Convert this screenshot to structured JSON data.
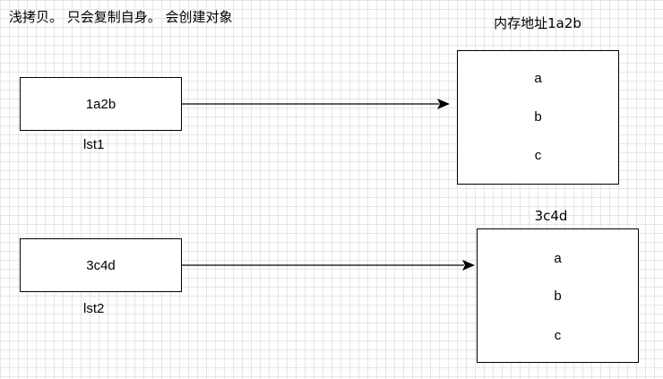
{
  "title": "浅拷贝。 只会复制自身。 会创建对象",
  "variables": [
    {
      "name": "lst1",
      "address": "1a2b"
    },
    {
      "name": "lst2",
      "address": "3c4d"
    }
  ],
  "memory_blocks": [
    {
      "caption": "内存地址1a2b",
      "items": [
        "a",
        "b",
        "c"
      ]
    },
    {
      "caption": "3c4d",
      "items": [
        "a",
        "b",
        "c"
      ]
    }
  ],
  "colors": {
    "stroke": "#000000",
    "grid": "#e6e6e6",
    "background": "#ffffff"
  }
}
